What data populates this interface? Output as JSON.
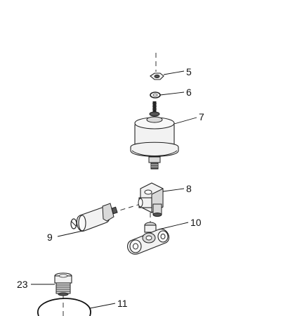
{
  "labels": {
    "p5": "5",
    "p6": "6",
    "p7": "7",
    "p8": "8",
    "p9": "9",
    "p10": "10",
    "p11": "11",
    "p23": "23"
  }
}
